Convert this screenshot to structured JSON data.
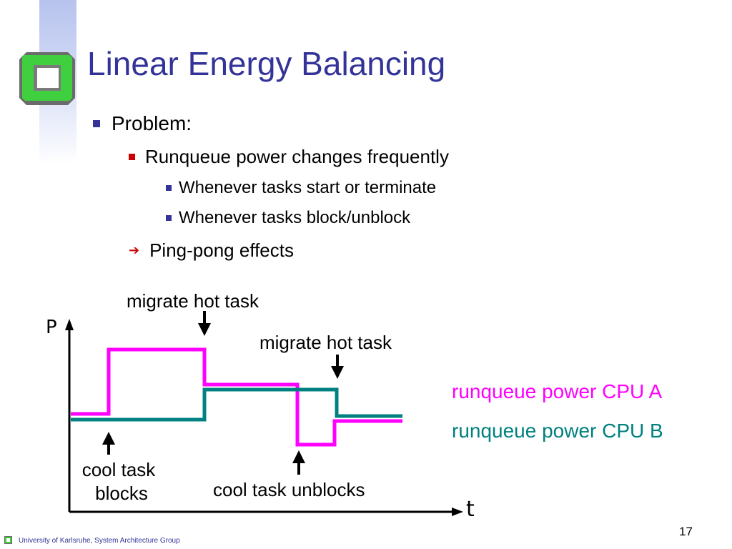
{
  "slide": {
    "title": "Linear Energy Balancing",
    "page_number": "17",
    "footer": "University of Karlsruhe, System Architecture Group"
  },
  "bullets": {
    "problem": "Problem:",
    "runqueue_changes": "Runqueue power changes frequently",
    "tasks_start": "Whenever tasks start or terminate",
    "tasks_block": "Whenever tasks block/unblock",
    "ping_pong": "Ping-pong effects"
  },
  "diagram": {
    "axis_y_label": "P",
    "axis_x_label": "t",
    "annotations": {
      "migrate_1": "migrate hot task",
      "migrate_2": "migrate hot task",
      "cool_blocks_line1": "cool task",
      "cool_blocks_line2": "blocks",
      "cool_unblocks": "cool task unblocks"
    },
    "legend": {
      "cpu_a": "runqueue power CPU A",
      "cpu_b": "runqueue power CPU B"
    },
    "colors": {
      "cpu_a": "#ff00ff",
      "cpu_b": "#008080",
      "axis": "#000000"
    }
  }
}
